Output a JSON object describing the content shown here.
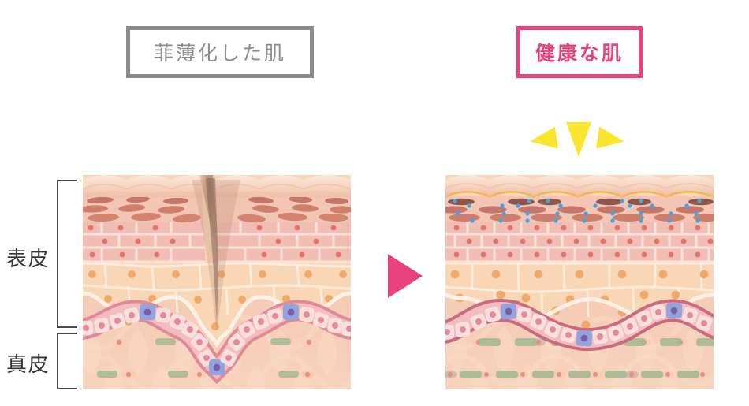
{
  "titles": {
    "left": "菲薄化した肌",
    "right": "健康な肌",
    "left_border_color": "#8c8c8c",
    "right_border_color": "#e8437e"
  },
  "side_labels": {
    "epidermis": "表皮",
    "dermis": "真皮"
  },
  "decorations": {
    "arrow_color": "#e8437e",
    "sparkle_color": "#f9e52e",
    "sparkle_count": 3
  },
  "diagram": {
    "type": "cross-section-illustration",
    "panels": [
      {
        "id": "thin",
        "state": "菲薄化した肌",
        "layers": [
          {
            "name": "stratum-corneum-scales",
            "color": "#f6d6c4"
          },
          {
            "name": "corneocyte-flakes",
            "color": "#d98b72"
          },
          {
            "name": "granular-brick-layer",
            "color": "#f2bdb2"
          },
          {
            "name": "spinous-brick-layer",
            "color": "#f9d7b6"
          },
          {
            "name": "basal-cell-row",
            "color": "#f5c6c6"
          },
          {
            "name": "melanocyte",
            "color": "#8fa0d8"
          },
          {
            "name": "dermis",
            "color": "#f3c3ac"
          },
          {
            "name": "collagen-bar",
            "color": "#a8b894"
          }
        ],
        "has_wrinkle_cleft": true,
        "has_moisture_dots": false,
        "has_sebum_film": false,
        "collagen_rows": 2
      },
      {
        "id": "healthy",
        "state": "健康な肌",
        "layers": [
          {
            "name": "sebum-film",
            "color": "#f0b94f"
          },
          {
            "name": "stratum-corneum-scales",
            "color": "#f6d6c4"
          },
          {
            "name": "corneocyte-flakes",
            "color": "#d98b72"
          },
          {
            "name": "moisture-dot",
            "color": "#39a8f0"
          },
          {
            "name": "granular-brick-layer",
            "color": "#f2bdb2"
          },
          {
            "name": "spinous-brick-layer",
            "color": "#f9d7b6"
          },
          {
            "name": "basal-cell-row",
            "color": "#f5c6c6"
          },
          {
            "name": "melanocyte",
            "color": "#8fa0d8"
          },
          {
            "name": "dermis",
            "color": "#f3c3ac"
          },
          {
            "name": "collagen-bar",
            "color": "#a8b894"
          }
        ],
        "has_wrinkle_cleft": false,
        "has_moisture_dots": true,
        "has_sebum_film": true,
        "collagen_rows": 2
      }
    ]
  }
}
